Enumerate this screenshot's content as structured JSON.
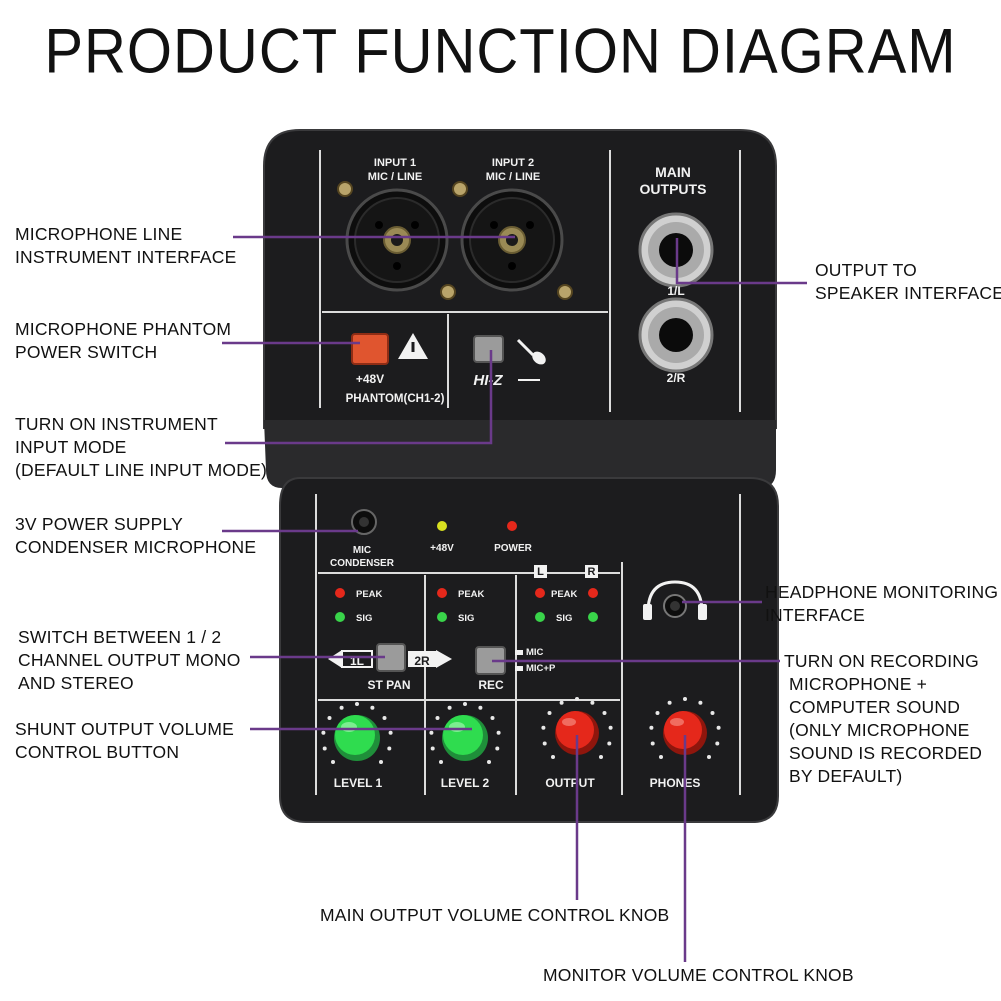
{
  "title": "PRODUCT FUNCTION DIAGRAM",
  "colors": {
    "leader": "#6a3a8a",
    "panel": "#1c1c1e",
    "panel_edge": "#3a3a3c",
    "panel_text": "#f2f2f2",
    "phantom_button": "#e0552f",
    "hiz_button": "#9b9b9b",
    "knob_green": "#2fdc4f",
    "knob_red": "#e5281b",
    "led_red": "#e5281b",
    "led_green": "#39d44a",
    "led_yellow": "#d8e020"
  },
  "callouts": {
    "mic_line": "MICROPHONE LINE\nINSTRUMENT INTERFACE",
    "phantom_switch": "MICROPHONE PHANTOM\nPOWER SWITCH",
    "instrument_mode": "TURN ON INSTRUMENT\nINPUT MODE\n(DEFAULT LINE INPUT MODE)",
    "power_supply": "3V POWER SUPPLY\nCONDENSER MICROPHONE",
    "switch_mono_stereo": "SWITCH BETWEEN 1 / 2\nCHANNEL OUTPUT MONO\nAND STEREO",
    "shunt_volume": "SHUNT OUTPUT VOLUME\nCONTROL BUTTON",
    "output_speaker": "OUTPUT TO\nSPEAKER INTERFACE",
    "headphone": "HEADPHONE MONITORING\nINTERFACE",
    "recording": "TURN ON RECORDING\n MICROPHONE +\n COMPUTER SOUND\n (ONLY MICROPHONE\n SOUND IS RECORDED\n BY DEFAULT)",
    "main_output_knob": "MAIN OUTPUT VOLUME CONTROL KNOB",
    "monitor_knob": "MONITOR VOLUME CONTROL KNOB"
  },
  "device": {
    "input1": [
      "INPUT 1",
      "MIC / LINE"
    ],
    "input2": [
      "INPUT 2",
      "MIC / LINE"
    ],
    "main_outputs": [
      "MAIN",
      "OUTPUTS"
    ],
    "out1": "1/L",
    "out2": "2/R",
    "phantom_48v": "+48V",
    "phantom_label": "PHANTOM(CH1-2)",
    "hiz": "HI-Z",
    "mic_condenser": [
      "MIC",
      "CONDENSER"
    ],
    "led_48v": "+48V",
    "led_power": "POWER",
    "peak": "PEAK",
    "sig": "SIG",
    "l_badge": "L",
    "r_badge": "R",
    "st_1l": "1L",
    "st_2r": "2R",
    "st_pan": "ST PAN",
    "rec": "REC",
    "rec_mic": "MIC",
    "rec_micp": "MIC+P",
    "level1": "LEVEL 1",
    "level2": "LEVEL 2",
    "output": "OUTPUT",
    "phones": "PHONES"
  }
}
